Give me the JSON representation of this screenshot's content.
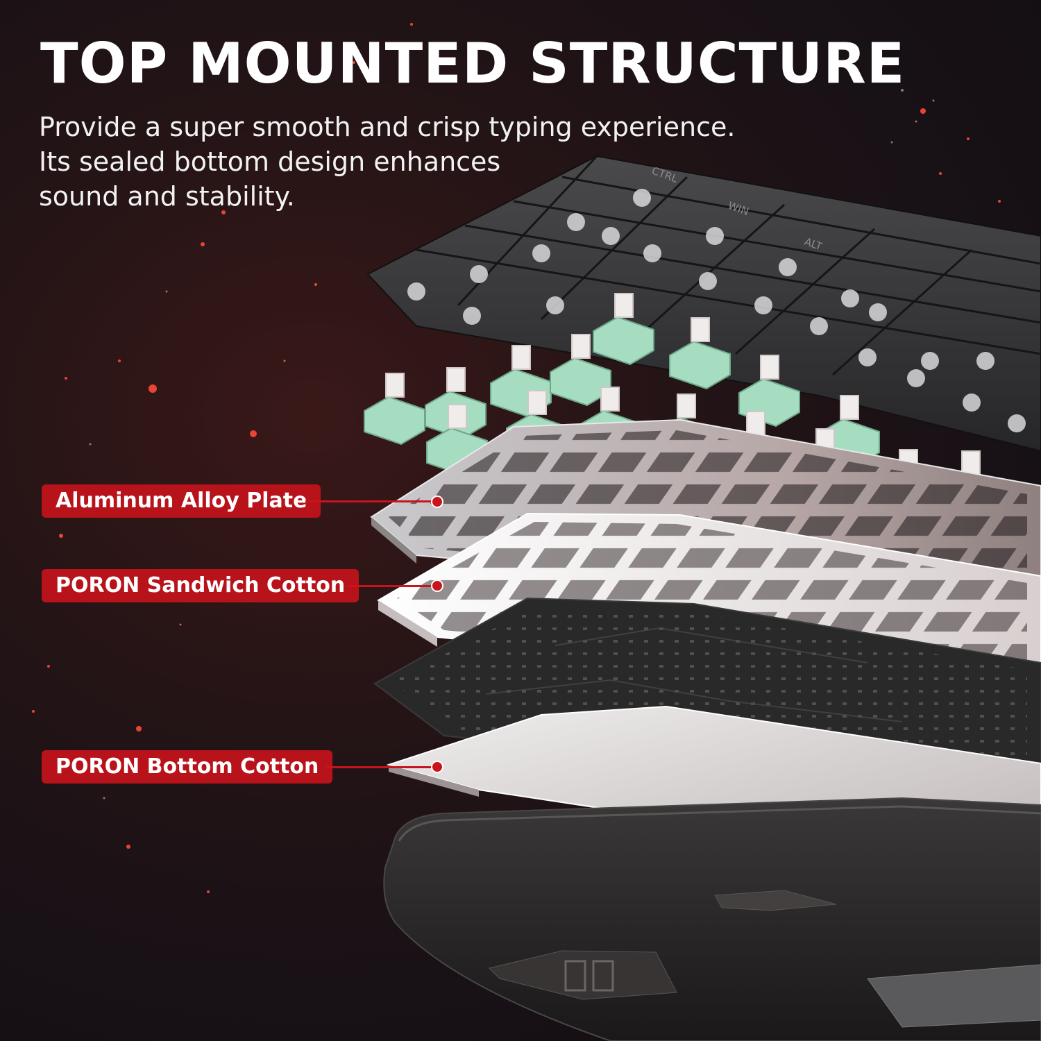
{
  "header": {
    "title": "TOP MOUNTED STRUCTURE",
    "subtitle_lines": [
      "Provide a super smooth and crisp typing experience.",
      "Its sealed bottom design enhances",
      "sound and stability."
    ]
  },
  "keycap_legends": [
    "CTRL",
    "WIN",
    "ALT"
  ],
  "callouts": [
    {
      "label": "Aluminum Alloy Plate"
    },
    {
      "label": "PORON Sandwich Cotton"
    },
    {
      "label": "PORON Bottom Cotton"
    }
  ],
  "colors": {
    "accent_red": "#b8121a",
    "switch_green": "#9fd4b6",
    "background": "#161016"
  }
}
